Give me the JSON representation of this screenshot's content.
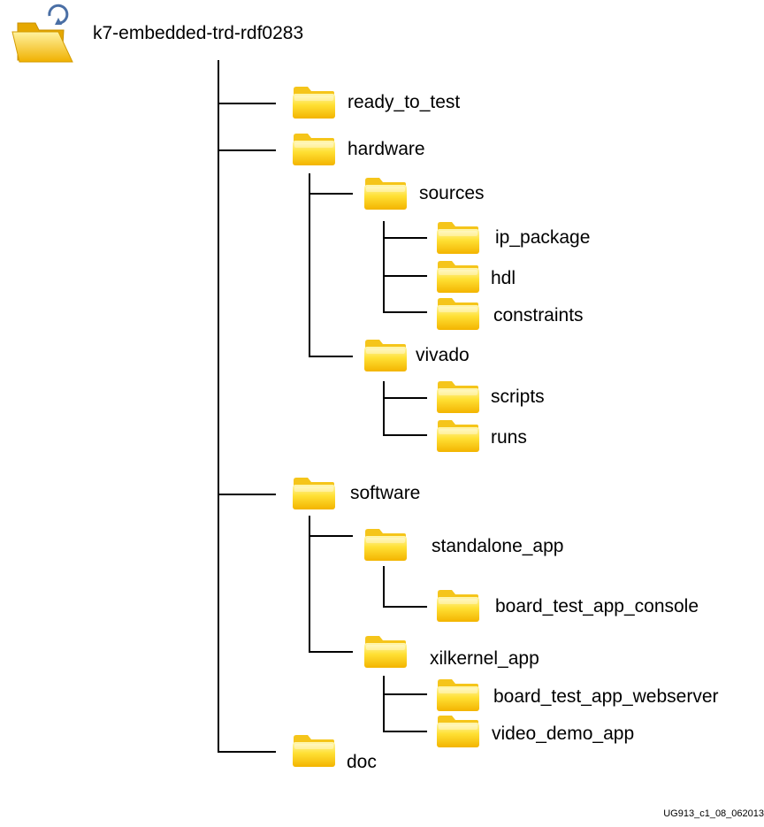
{
  "colors": {
    "folder_light": "#fff7b2",
    "folder_mid": "#ffe034",
    "folder_dark": "#f3b400",
    "folder_tab": "#f5c51a",
    "arrow": "#4a6fa5",
    "line": "#000000"
  },
  "root": {
    "icon": "open-folder-icon",
    "label": "k7-embedded-trd-rdf0283"
  },
  "folders": {
    "ready_to_test": "ready_to_test",
    "hardware": "hardware",
    "sources": "sources",
    "ip_package": "ip_package",
    "hdl": "hdl",
    "constraints": "constraints",
    "vivado": "vivado",
    "scripts": "scripts",
    "runs": "runs",
    "software": "software",
    "standalone_app": "standalone_app",
    "board_test_app_console": "board_test_app_console",
    "xilkernel_app": "xilkernel_app",
    "board_test_app_webserver": "board_test_app_webserver",
    "video_demo_app": "video_demo_app",
    "doc": "doc"
  },
  "footnote": "UG913_c1_08_062013"
}
